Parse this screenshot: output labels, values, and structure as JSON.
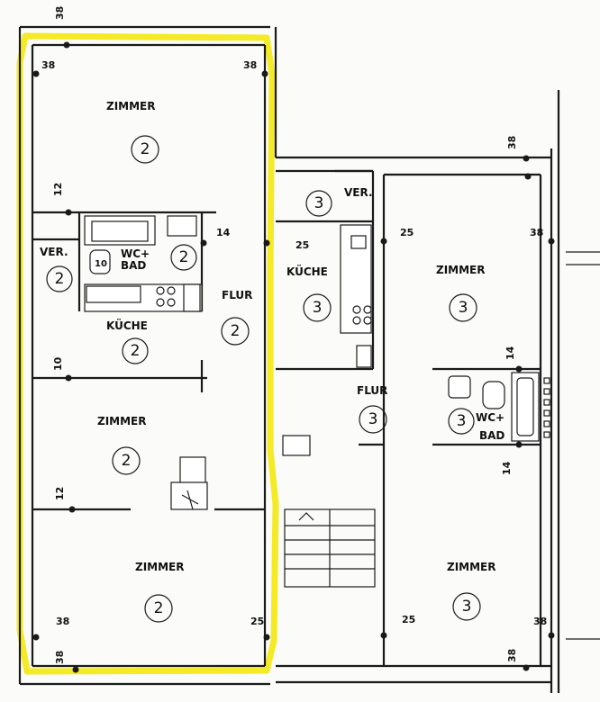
{
  "highlight_color": "#f2e600",
  "rooms": {
    "zimmer_2_top": {
      "label": "ZIMMER",
      "num": "2"
    },
    "ver_2": {
      "label": "VER.",
      "num": "2"
    },
    "wc_bad_2": {
      "label1": "WC+",
      "label2": "BAD",
      "num": "2",
      "tag": "10"
    },
    "kueche_2": {
      "label": "KÜCHE",
      "num": "2"
    },
    "flur_2": {
      "label": "FLUR",
      "num": "2"
    },
    "zimmer_2_mid": {
      "label": "ZIMMER",
      "num": "2"
    },
    "zimmer_2_bottom": {
      "label": "ZIMMER",
      "num": "2"
    },
    "ver_3": {
      "label": "VER.",
      "num": "3"
    },
    "kueche_3": {
      "label": "KÜCHE",
      "num": "3"
    },
    "flur_3": {
      "label": "FLUR",
      "num": "3"
    },
    "zimmer_3_top": {
      "label": "ZIMMER",
      "num": "3"
    },
    "wc_bad_3": {
      "label1": "WC+",
      "label2": "BAD",
      "num": "3"
    },
    "zimmer_3_bottom": {
      "label": "ZIMMER",
      "num": "3"
    }
  },
  "dimensions": {
    "d_top_edge": "38",
    "d_top_left": "38",
    "d_top_center": "38",
    "d_12_upper": "12",
    "d_14_left": "14",
    "d_25_kueche3": "25",
    "d_10": "10",
    "d_12_lower": "12",
    "d_38_bottom_left": "38",
    "d_38_bottom_edge": "38",
    "d_25_bottom_left": "25",
    "d_38_right_top": "38",
    "d_25_right_top": "25",
    "d_38_right_mid": "38",
    "d_14_right_upper": "14",
    "d_14_right_lower": "14",
    "d_25_right_bottom": "25",
    "d_38_right_bottom": "38",
    "d_38_right_bottom_edge": "38"
  }
}
